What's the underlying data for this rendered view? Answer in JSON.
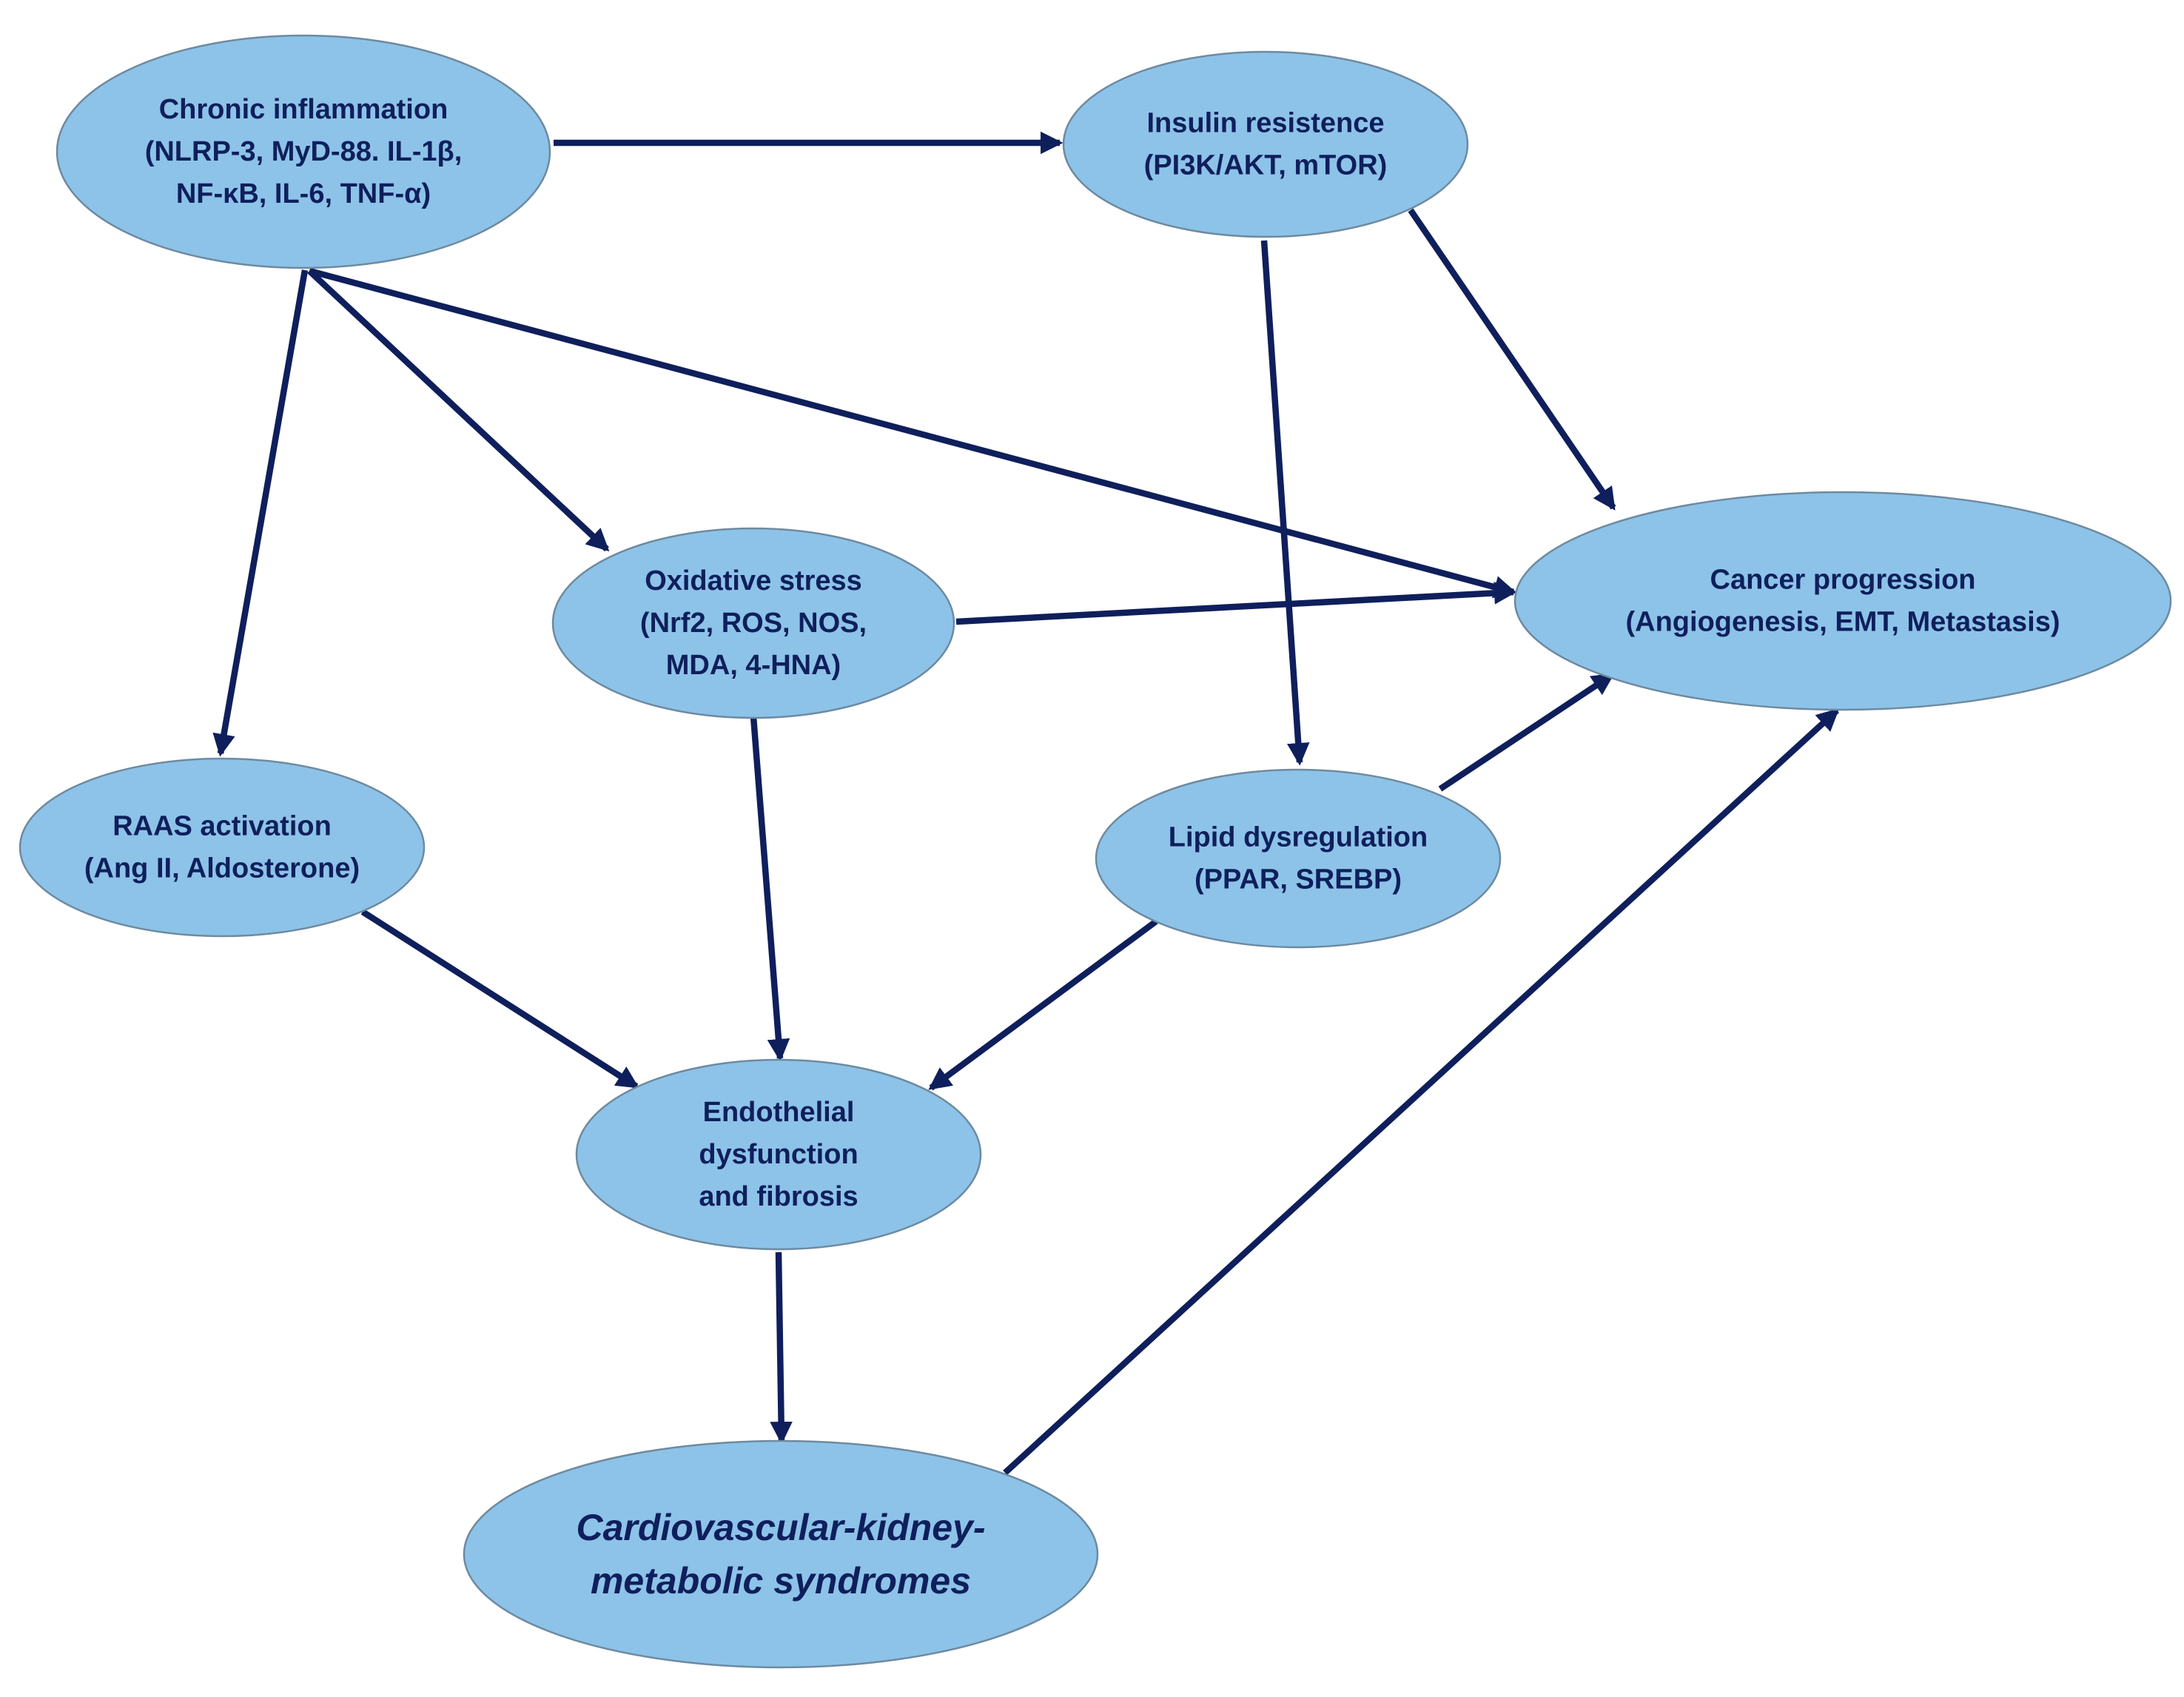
{
  "colors": {
    "node_fill": "#8dc3e8",
    "node_stroke": "#6e8aa0",
    "edge": "#0f1f5c",
    "text": "#0f1f5c"
  },
  "nodes": {
    "chronic_inflammation": {
      "lines": [
        "Chronic inflammation",
        "(NLRP-3, MyD-88. IL-1β,",
        "NF-κB, IL-6, TNF-α)"
      ]
    },
    "insulin_resistence": {
      "lines": [
        "Insulin resistence",
        "(PI3K/AKT, mTOR)"
      ]
    },
    "oxidative_stress": {
      "lines": [
        "Oxidative stress",
        "(Nrf2, ROS, NOS,",
        "MDA, 4-HNA)"
      ]
    },
    "cancer_progression": {
      "lines": [
        "Cancer progression",
        "(Angiogenesis, EMT, Metastasis)"
      ]
    },
    "raas_activation": {
      "lines": [
        "RAAS activation",
        "(Ang II, Aldosterone)"
      ]
    },
    "lipid_dysregulation": {
      "lines": [
        "Lipid dysregulation",
        "(PPAR, SREBP)"
      ]
    },
    "endothelial_dysfunction": {
      "lines": [
        "Endothelial",
        "dysfunction",
        "and fibrosis"
      ]
    },
    "ckm_syndromes": {
      "lines": [
        "Cardiovascular-kidney-",
        "metabolic syndromes"
      ]
    }
  },
  "edges": [
    {
      "from": "chronic_inflammation",
      "to": "insulin_resistence"
    },
    {
      "from": "chronic_inflammation",
      "to": "raas_activation"
    },
    {
      "from": "chronic_inflammation",
      "to": "oxidative_stress"
    },
    {
      "from": "chronic_inflammation",
      "to": "cancer_progression"
    },
    {
      "from": "insulin_resistence",
      "to": "cancer_progression"
    },
    {
      "from": "insulin_resistence",
      "to": "lipid_dysregulation"
    },
    {
      "from": "oxidative_stress",
      "to": "cancer_progression"
    },
    {
      "from": "oxidative_stress",
      "to": "endothelial_dysfunction"
    },
    {
      "from": "lipid_dysregulation",
      "to": "cancer_progression"
    },
    {
      "from": "lipid_dysregulation",
      "to": "endothelial_dysfunction"
    },
    {
      "from": "raas_activation",
      "to": "endothelial_dysfunction"
    },
    {
      "from": "endothelial_dysfunction",
      "to": "ckm_syndromes"
    },
    {
      "from": "ckm_syndromes",
      "to": "cancer_progression"
    }
  ]
}
